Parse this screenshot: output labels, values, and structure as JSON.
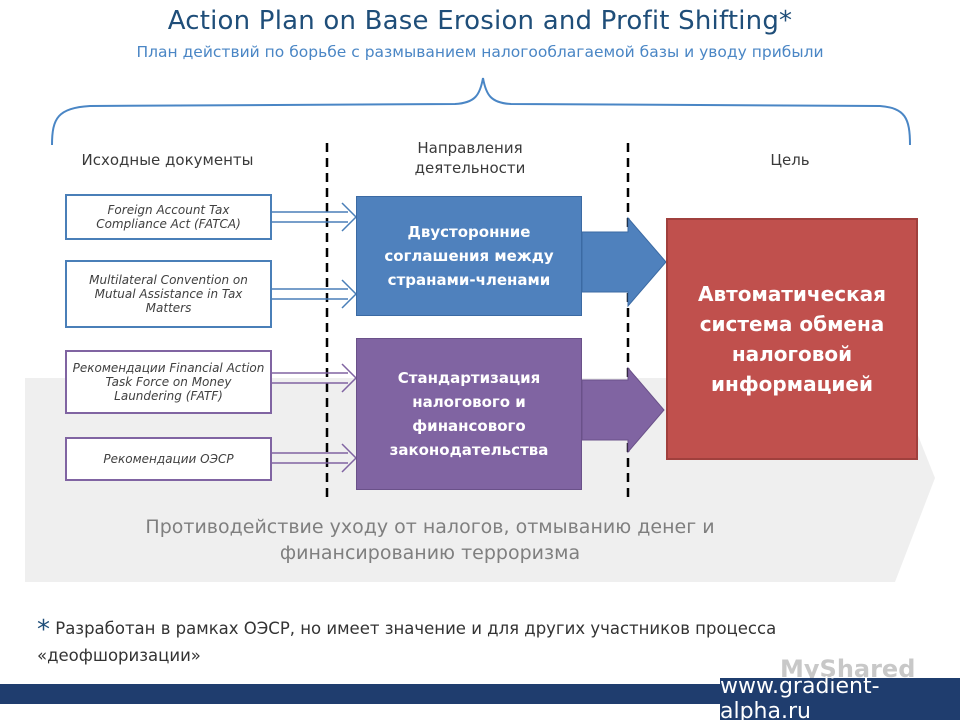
{
  "title": "Action Plan on Base Erosion and Profit Shifting*",
  "subtitle": "План действий по борьбе с размыванием налогооблагаемой базы и уводу прибыли",
  "columns": {
    "sources": "Исходные документы",
    "directions": "Направления деятельности",
    "goal": "Цель"
  },
  "sources": [
    {
      "label": "Foreign Account Tax Compliance Act (FATCA)",
      "color": "#4a7fb8"
    },
    {
      "label": "Multilateral Convention on Mutual Assistance in Tax Matters",
      "color": "#4a7fb8"
    },
    {
      "label": "Рекомендации Financial Action Task Force on Money Laundering (FATF)",
      "color": "#8064a2"
    },
    {
      "label": "Рекомендации ОЭСР",
      "color": "#8064a2"
    }
  ],
  "directions": [
    {
      "label": "Двусторонние соглашения между странами-членами",
      "color": "#4f81bd"
    },
    {
      "label": "Стандартизация налогового и финансового законодательства",
      "color": "#8064a2"
    }
  ],
  "goal": {
    "label": "Автоматическая система обмена налоговой информацией",
    "color": "#c0504d"
  },
  "band_text": "Противодействие уходу от налогов, отмыванию денег и финансированию терроризма",
  "footnote": {
    "star": "*",
    "text": "Разработан в рамках ОЭСР, но имеет значение и для других участников процесса «деофшоризации»"
  },
  "watermark": "MyShared",
  "website": "www.gradient-alpha.ru"
}
